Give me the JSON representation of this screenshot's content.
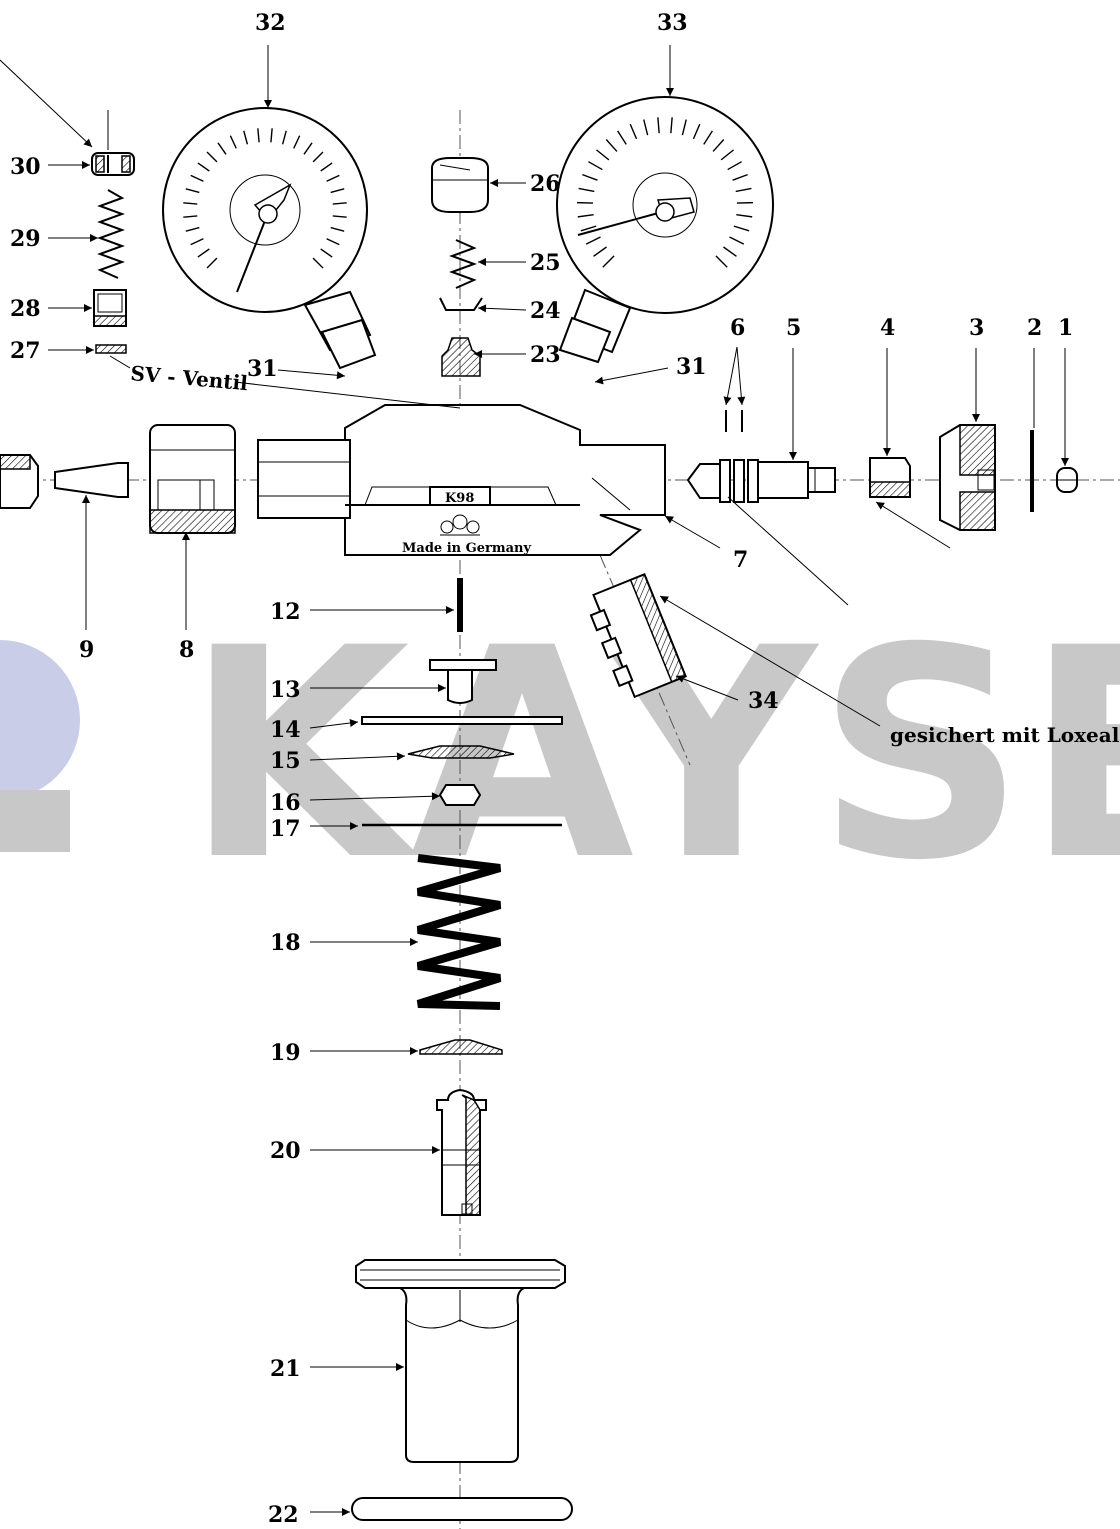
{
  "watermark": {
    "text": "KAYSER",
    "dot_color": "#c9cde8",
    "text_color": "#c8c8c8"
  },
  "body": {
    "model": "K98",
    "made_in": "Made in Germany"
  },
  "notes": {
    "sv_ventil": "SV - Ventil",
    "loxeal": "gesichert mit Loxeal"
  },
  "labels": {
    "n1": "1",
    "n2": "2",
    "n3": "3",
    "n4": "4",
    "n5": "5",
    "n6": "6",
    "n7": "7",
    "n8": "8",
    "n9": "9",
    "n12": "12",
    "n13": "13",
    "n14": "14",
    "n15": "15",
    "n16": "16",
    "n17": "17",
    "n18": "18",
    "n19": "19",
    "n20": "20",
    "n21": "21",
    "n22": "22",
    "n23": "23",
    "n24": "24",
    "n25": "25",
    "n26": "26",
    "n27": "27",
    "n28": "28",
    "n29": "29",
    "n30": "30",
    "n31a": "31",
    "n31b": "31",
    "n32": "32",
    "n33": "33",
    "n34": "34"
  }
}
